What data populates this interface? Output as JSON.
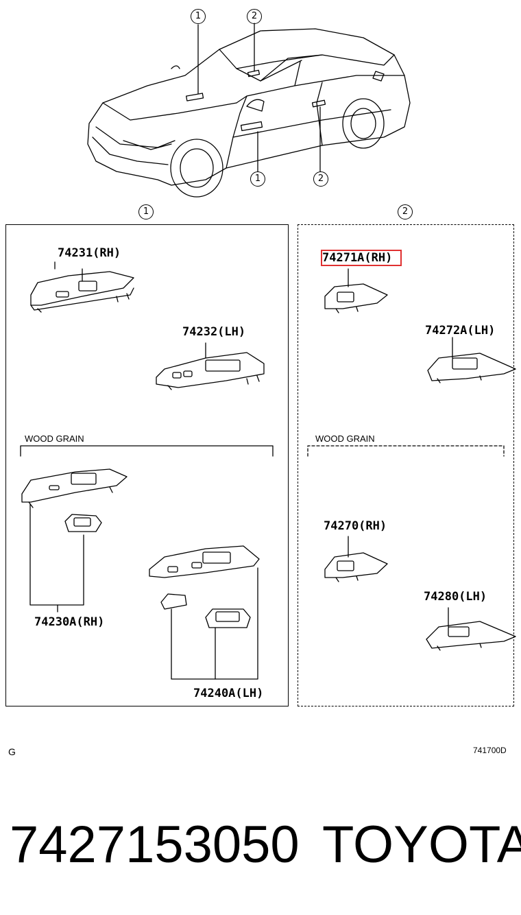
{
  "callouts": {
    "car_1a": "1",
    "car_2a": "2",
    "car_1b": "1",
    "car_2b": "2",
    "panel_1": "1",
    "panel_2": "2"
  },
  "left_panel": {
    "part_74231": "74231(RH)",
    "part_74232": "74232(LH)",
    "wood_grain": "WOOD GRAIN",
    "part_74230a": "74230A(RH)",
    "part_74240a": "74240A(LH)"
  },
  "right_panel": {
    "part_74271a": "74271A(RH)",
    "part_74272a": "74272A(LH)",
    "wood_grain": "WOOD GRAIN",
    "part_74270": "74270(RH)",
    "part_74280": "74280(LH)"
  },
  "footer": {
    "left_code": "G",
    "diagram_code": "741700D",
    "part_number": "7427153050",
    "brand": "TOYOTA"
  },
  "colors": {
    "highlight": "#e03030",
    "line": "#000000"
  }
}
